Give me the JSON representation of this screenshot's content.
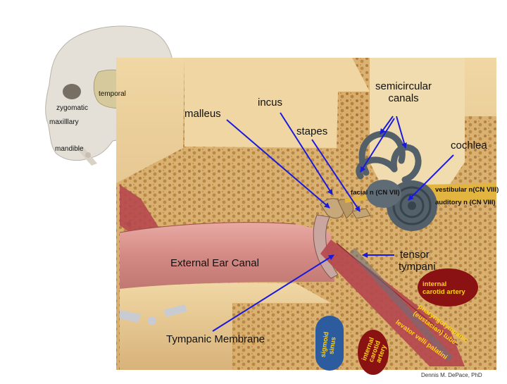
{
  "labels": {
    "semicircular_canals_1": "semicircular",
    "semicircular_canals_2": "canals",
    "incus": "incus",
    "malleus": "malleus",
    "stapes": "stapes",
    "cochlea": "cochlea",
    "facial_n": "facial n (CN VII)",
    "vestibular_n": "vestibular n(CN VIII)",
    "auditory_n": "auditory n (CN VIII)",
    "external_ear_canal": "External Ear Canal",
    "tensor_tympani_1": "tensor",
    "tensor_tympani_2": "tympani",
    "internal_carotid_1": "internal",
    "internal_carotid_2": "carotid artery",
    "pharyngotympanic_1": "pharyngotympanic",
    "pharyngotympanic_2": "(eustacian) tube",
    "levator_veli_palatini": "levator velli palatini",
    "sigmoid_1": "sigmoid",
    "sigmoid_2": "sinus",
    "internal_carotid_artery_1": "internal",
    "internal_carotid_artery_2": "carotid",
    "internal_carotid_artery_3": "artery",
    "tympanic_membrane": "Tympanic Membrane",
    "credit": "Dennis M. DePace, PhD"
  },
  "skull_labels": {
    "temporal": "temporal",
    "zygomatic": "zygomatic",
    "maxillary": "maxilllary",
    "mandible": "mandible"
  },
  "colors": {
    "arrow": "#1a1adc",
    "bone": "#e8c98a",
    "muscle": "#b5484e",
    "canal": "#d8928c",
    "artery": "#8a1212",
    "sinus": "#2d5c9e",
    "nerve": "#e2b440",
    "ossicle": "#c7a87a",
    "cochlea": "#53606a",
    "label_yellow": "#ffd21a",
    "marker_red": "#d81010"
  }
}
